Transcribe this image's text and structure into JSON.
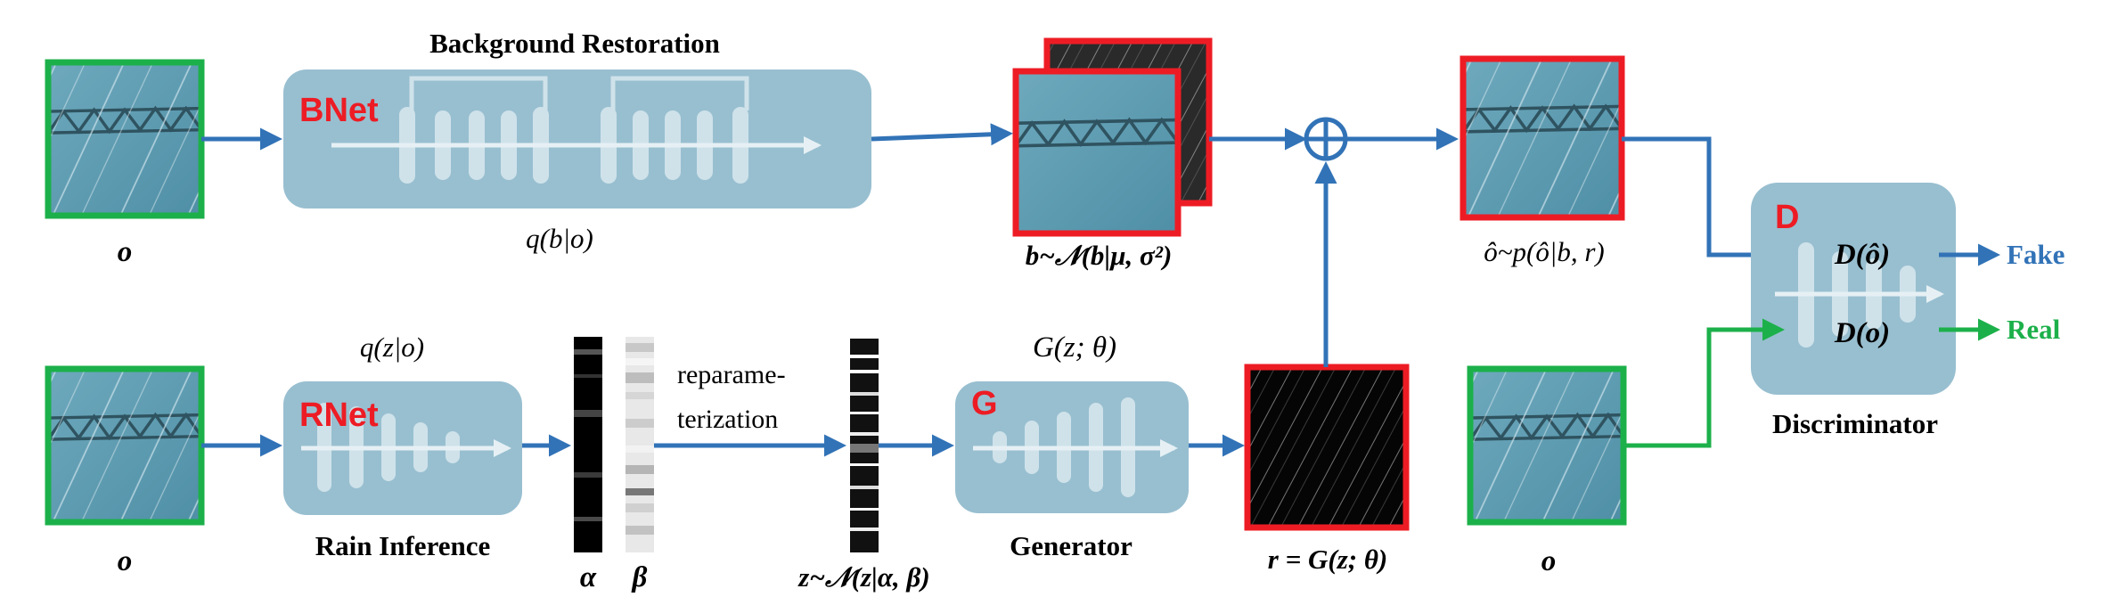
{
  "inputs": {
    "top": {
      "label": "o",
      "color": "#1cb04a"
    },
    "bottom": {
      "label": "o",
      "color": "#1cb04a"
    },
    "right": {
      "label": "o",
      "color": "#1cb04a"
    }
  },
  "bnet": {
    "title": "Background Restoration",
    "name": "BNet",
    "formula": "q(b|o)"
  },
  "rnet": {
    "name": "RNet",
    "caption": "Rain Inference",
    "formula": "q(z|o)"
  },
  "latent": {
    "alpha": "α",
    "beta": "β",
    "reparam_line1": "reparame-",
    "reparam_line2": "terization",
    "z_caption": "z~𝒩(z|α, β)"
  },
  "generator": {
    "name": "G",
    "caption": "Generator",
    "formula": "G(z; θ)"
  },
  "outputs": {
    "b_caption": "b~𝒩(b|μ, σ²)",
    "r_caption": "r = G(z; θ)",
    "o_hat_caption": "ô~p(ô|b, r)"
  },
  "discriminator": {
    "name": "D",
    "caption": "Discriminator",
    "in_fake": "D(ô)",
    "in_real": "D(o)",
    "fake_label": "Fake",
    "real_label": "Real"
  },
  "colors": {
    "blue_arrow": "#3273b7",
    "green_arrow": "#1cb04a",
    "red": "#ed1c24",
    "module": "#98bfd0",
    "module_inner": "#cfe2ea",
    "fake_text": "#3273b7",
    "real_text": "#1cb04a"
  }
}
